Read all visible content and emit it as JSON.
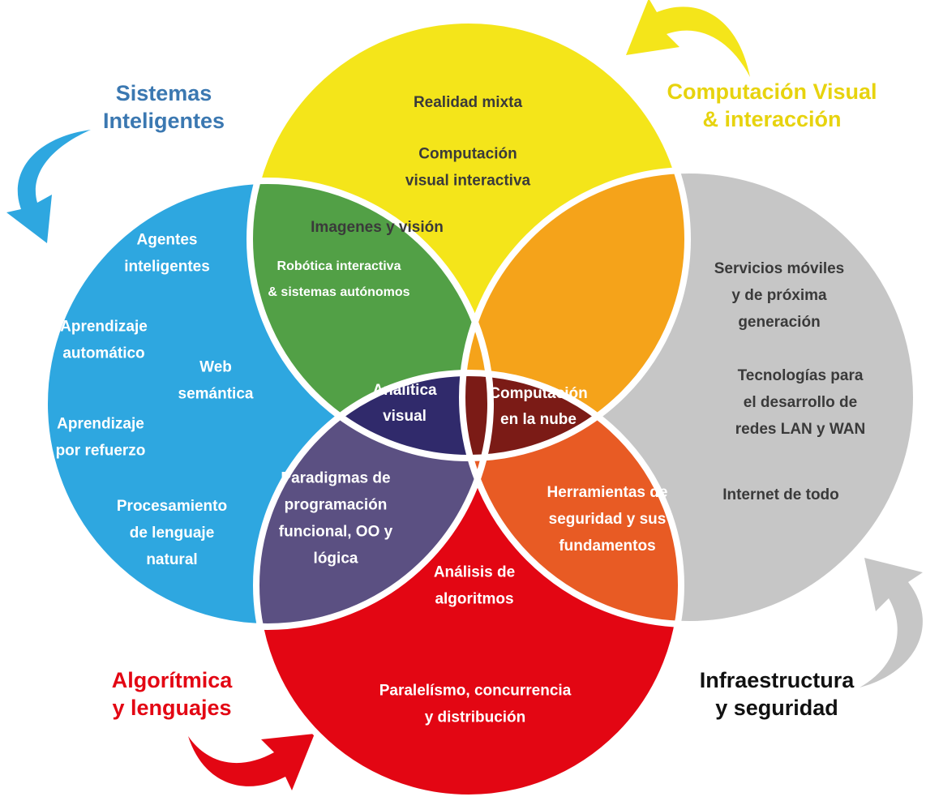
{
  "colors": {
    "blue": "#2ea7e0",
    "yellow": "#f4e51a",
    "gray": "#c6c6c6",
    "red": "#e30613",
    "green": "#52a046",
    "orange": "#f5a31a",
    "purple": "#5b5082",
    "orange_red": "#e85b24",
    "navy": "#302a6b",
    "maroon": "#7b1b16",
    "title_blue": "#3b78b1",
    "title_yellow": "#e7d30e",
    "title_red": "#e30613",
    "title_black": "#111111"
  },
  "titles": {
    "sistemas": [
      "Sistemas",
      "Inteligentes"
    ],
    "computacion_visual": [
      "Computación Visual",
      "& interacción"
    ],
    "algoritmica": [
      "Algorítmica",
      "y lenguajes"
    ],
    "infraestructura": [
      "Infraestructura",
      "y seguridad"
    ]
  },
  "blue_items": {
    "agentes": [
      "Agentes",
      "inteligentes"
    ],
    "aprendizaje_automatico": [
      "Aprendizaje",
      "automático"
    ],
    "web": [
      "Web",
      "semántica"
    ],
    "aprendizaje_refuerzo": [
      "Aprendizaje",
      "por refuerzo"
    ],
    "procesamiento": [
      "Procesamiento",
      "de lenguaje",
      "natural"
    ]
  },
  "yellow_items": {
    "realidad": "Realidad mixta",
    "computacion": [
      "Computación",
      "visual interactiva"
    ],
    "imagenes": "Imagenes y visión"
  },
  "gray_items": {
    "servicios": [
      "Servicios móviles",
      "y de próxima",
      "generación"
    ],
    "tecnologias": [
      "Tecnologías para",
      "el desarrollo de",
      "redes LAN y WAN"
    ],
    "internet": "Internet de todo"
  },
  "red_items": {
    "analisis": [
      "Análisis de",
      "algoritmos"
    ],
    "paralelismo": [
      "Paralelísmo, concurrencia",
      "y distribución"
    ]
  },
  "green_items": {
    "robotica": [
      "Robótica interactiva",
      "& sistemas autónomos"
    ]
  },
  "purple_items": {
    "paradigmas": [
      "Paradigmas de",
      "programación",
      "funcional, OO y",
      "lógica"
    ]
  },
  "orange_red_items": {
    "herramientas": [
      "Herramientas de",
      "seguridad y sus",
      "fundamentos"
    ]
  },
  "center_items": {
    "analitica": [
      "Analítica",
      "visual"
    ],
    "nube": [
      "Computación",
      "en la nube"
    ]
  },
  "icons": {
    "arrow_blue": "curved-arrow-icon",
    "arrow_yellow": "curved-arrow-icon",
    "arrow_red": "curved-arrow-icon",
    "arrow_gray": "curved-arrow-icon"
  }
}
